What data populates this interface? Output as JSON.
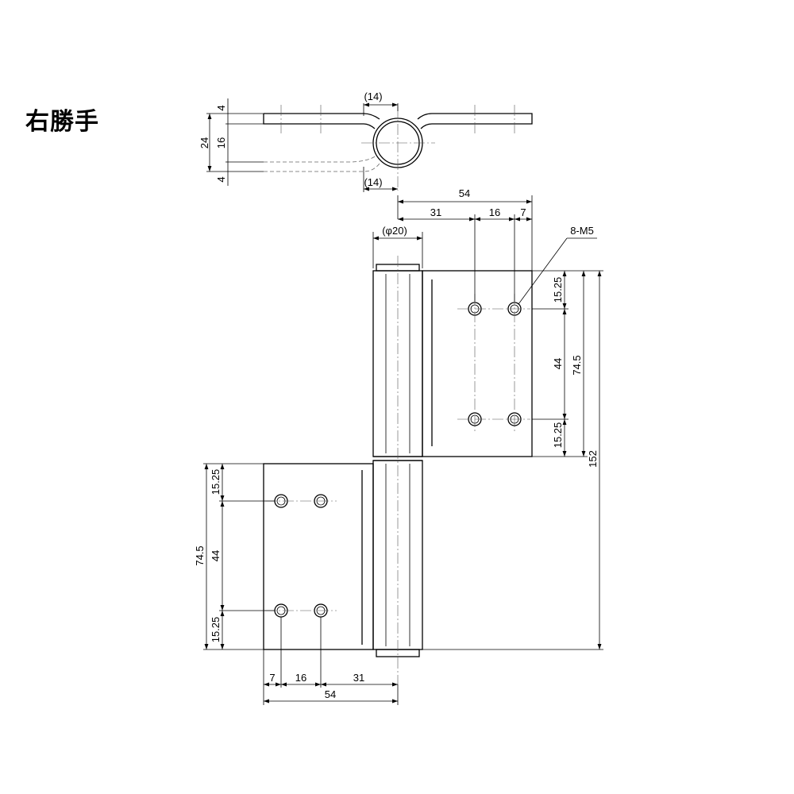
{
  "title": "右勝手",
  "colors": {
    "line": "#000000",
    "center_line": "#555555",
    "background": "#ffffff"
  },
  "top_view": {
    "dims": {
      "top_width": "(14)",
      "bottom_width": "(14)",
      "thickness_top": "4",
      "overall_height": "24",
      "pin_height": "16",
      "thickness_bottom": "4"
    }
  },
  "upper_leaf": {
    "dims": {
      "overall_width": "54",
      "knuckle_to_hole": "31",
      "hole_pitch": "16",
      "hole_to_edge": "7",
      "pin_diameter": "(φ20)",
      "hole_spec": "8-M5",
      "edge_top": "15.25",
      "hole_pitch_v": "44",
      "edge_bottom": "15.25",
      "leaf_height": "74.5",
      "total_height": "152"
    }
  },
  "lower_leaf": {
    "dims": {
      "edge_top": "15.25",
      "hole_pitch_v": "44",
      "edge_bottom": "15.25",
      "leaf_height": "74.5",
      "hole_to_edge": "7",
      "hole_pitch": "16",
      "knuckle_to_hole": "31",
      "overall_width": "54"
    }
  }
}
